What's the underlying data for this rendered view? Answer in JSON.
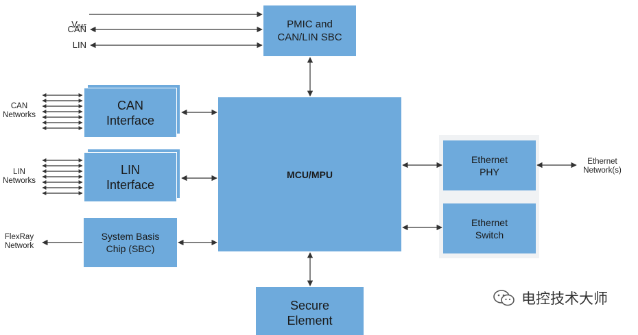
{
  "blocks": {
    "pmic": "PMIC and\nCAN/LIN SBC",
    "can_interface": "CAN\nInterface",
    "lin_interface": "LIN\nInterface",
    "sbc": "System Basis\nChip (SBC)",
    "mcu": "MCU/MPU",
    "ethernet_phy": "Ethernet\nPHY",
    "ethernet_switch": "Ethernet\nSwitch",
    "secure_element": "Secure\nElement"
  },
  "labels": {
    "vbat_main": "V",
    "vbat_sub": "BAT",
    "can": "CAN",
    "lin": "LIN",
    "can_networks": "CAN\nNetworks",
    "lin_networks": "LIN\nNetworks",
    "flexray_network": "FlexRay\nNetwork",
    "ethernet_networks": "Ethernet\nNetwork(s)"
  },
  "watermark": {
    "text": "电控技术大师"
  },
  "colors": {
    "block": "#6eaadc",
    "line": "#333333"
  }
}
